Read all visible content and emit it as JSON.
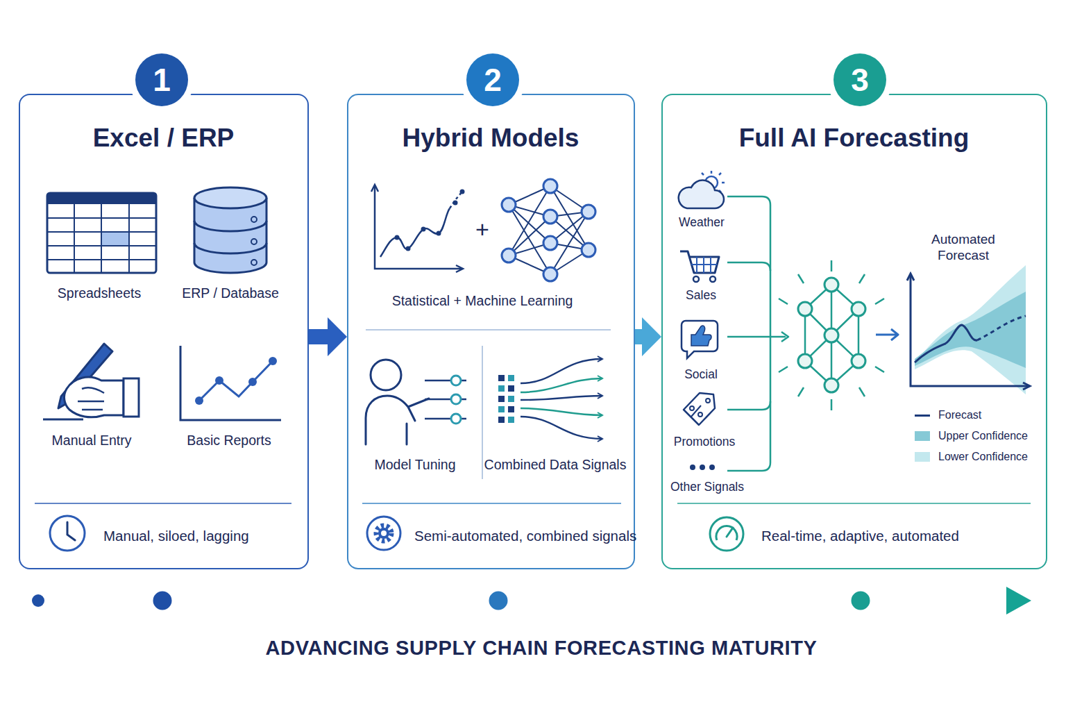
{
  "diagram": {
    "caption": "ADVANCING SUPPLY CHAIN FORECASTING MATURITY",
    "nodes": [
      {
        "text": [
          "1"
        ]
      },
      {
        "text": [
          "Excel / ERP",
          "Manual, siloed, lagging"
        ]
      },
      {
        "text": [
          "2"
        ]
      },
      {
        "text": [
          "Hybrid Models",
          "Semi-automated, combined signals"
        ]
      },
      {
        "text": [
          "3"
        ]
      },
      {
        "text": [
          "Full AI Forecasting",
          "Real-time, adaptive, automated"
        ]
      }
    ],
    "edges": [
      {
        "from": 1,
        "to": 3,
        "arrow": "to"
      },
      {
        "from": 3,
        "to": 5,
        "arrow": "to"
      }
    ],
    "labels": [
      "Spreadsheets",
      "ERP / Database",
      "Manual Entry",
      "Basic Reports",
      "+",
      "Statistical + Machine Learning",
      "Model Tuning",
      "Combined Data Signals",
      "Weather",
      "Sales",
      "Social",
      "Promotions",
      "Other Signals",
      "Automated Forecast"
    ],
    "legend": [
      {
        "text": "Forecast"
      },
      {
        "text": "Upper Confidence",
        "color": "#86c9d6"
      },
      {
        "text": "Lower Confidence",
        "color": "#c3e8ee"
      }
    ]
  }
}
